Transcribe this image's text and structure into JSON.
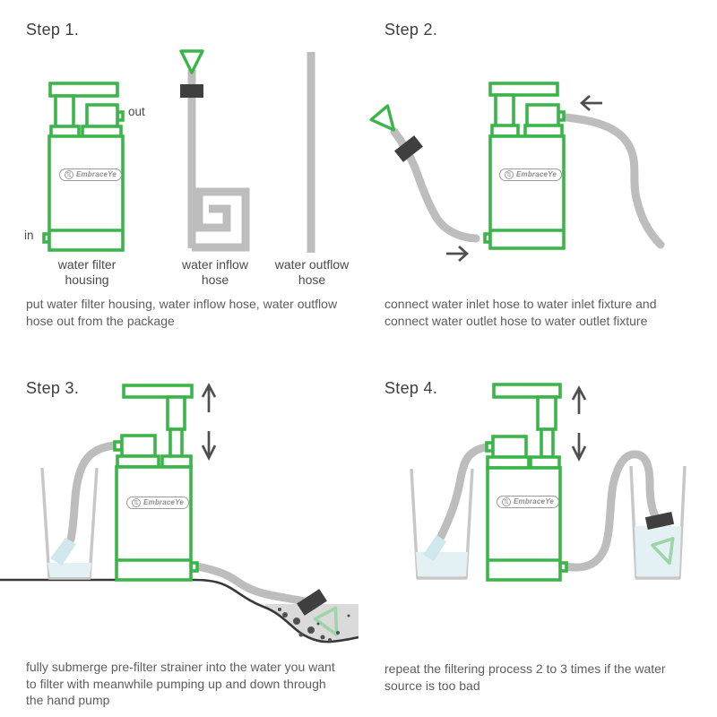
{
  "brand": {
    "name": "EmbraceYe"
  },
  "steps": [
    {
      "title": "Step 1.",
      "labels": {
        "housing": "water filter\nhousing",
        "inflow": "water inflow\nhose",
        "outflow": "water outflow\nhose"
      },
      "ports": {
        "out": "out",
        "in": "in"
      },
      "caption": "put water filter housing, water inflow hose, water outflow\nhose out from the package"
    },
    {
      "title": "Step 2.",
      "caption": "connect water inlet hose to water inlet fixture and\nconnect water outlet hose to water outlet fixture"
    },
    {
      "title": "Step 3.",
      "caption": "fully submerge pre-filter strainer into the water you want\nto filter with meanwhile pumping up and down through\nthe hand pump"
    },
    {
      "title": "Step 4.",
      "caption": "repeat the filtering process 2 to 3 times if the water\nsource is too bad"
    }
  ],
  "colors": {
    "green": "#3bb54a",
    "green_faded": "#9fd4a8",
    "hose": "#bdbdbd",
    "dark": "#3f3f3f",
    "arrow": "#4f4f4f",
    "cup": "#c7c7c7",
    "water": "#e4f1f4",
    "stream": "#cfe7ed",
    "pond": "#dadada",
    "ground": "#383838",
    "debris": "#4f4f4f"
  }
}
